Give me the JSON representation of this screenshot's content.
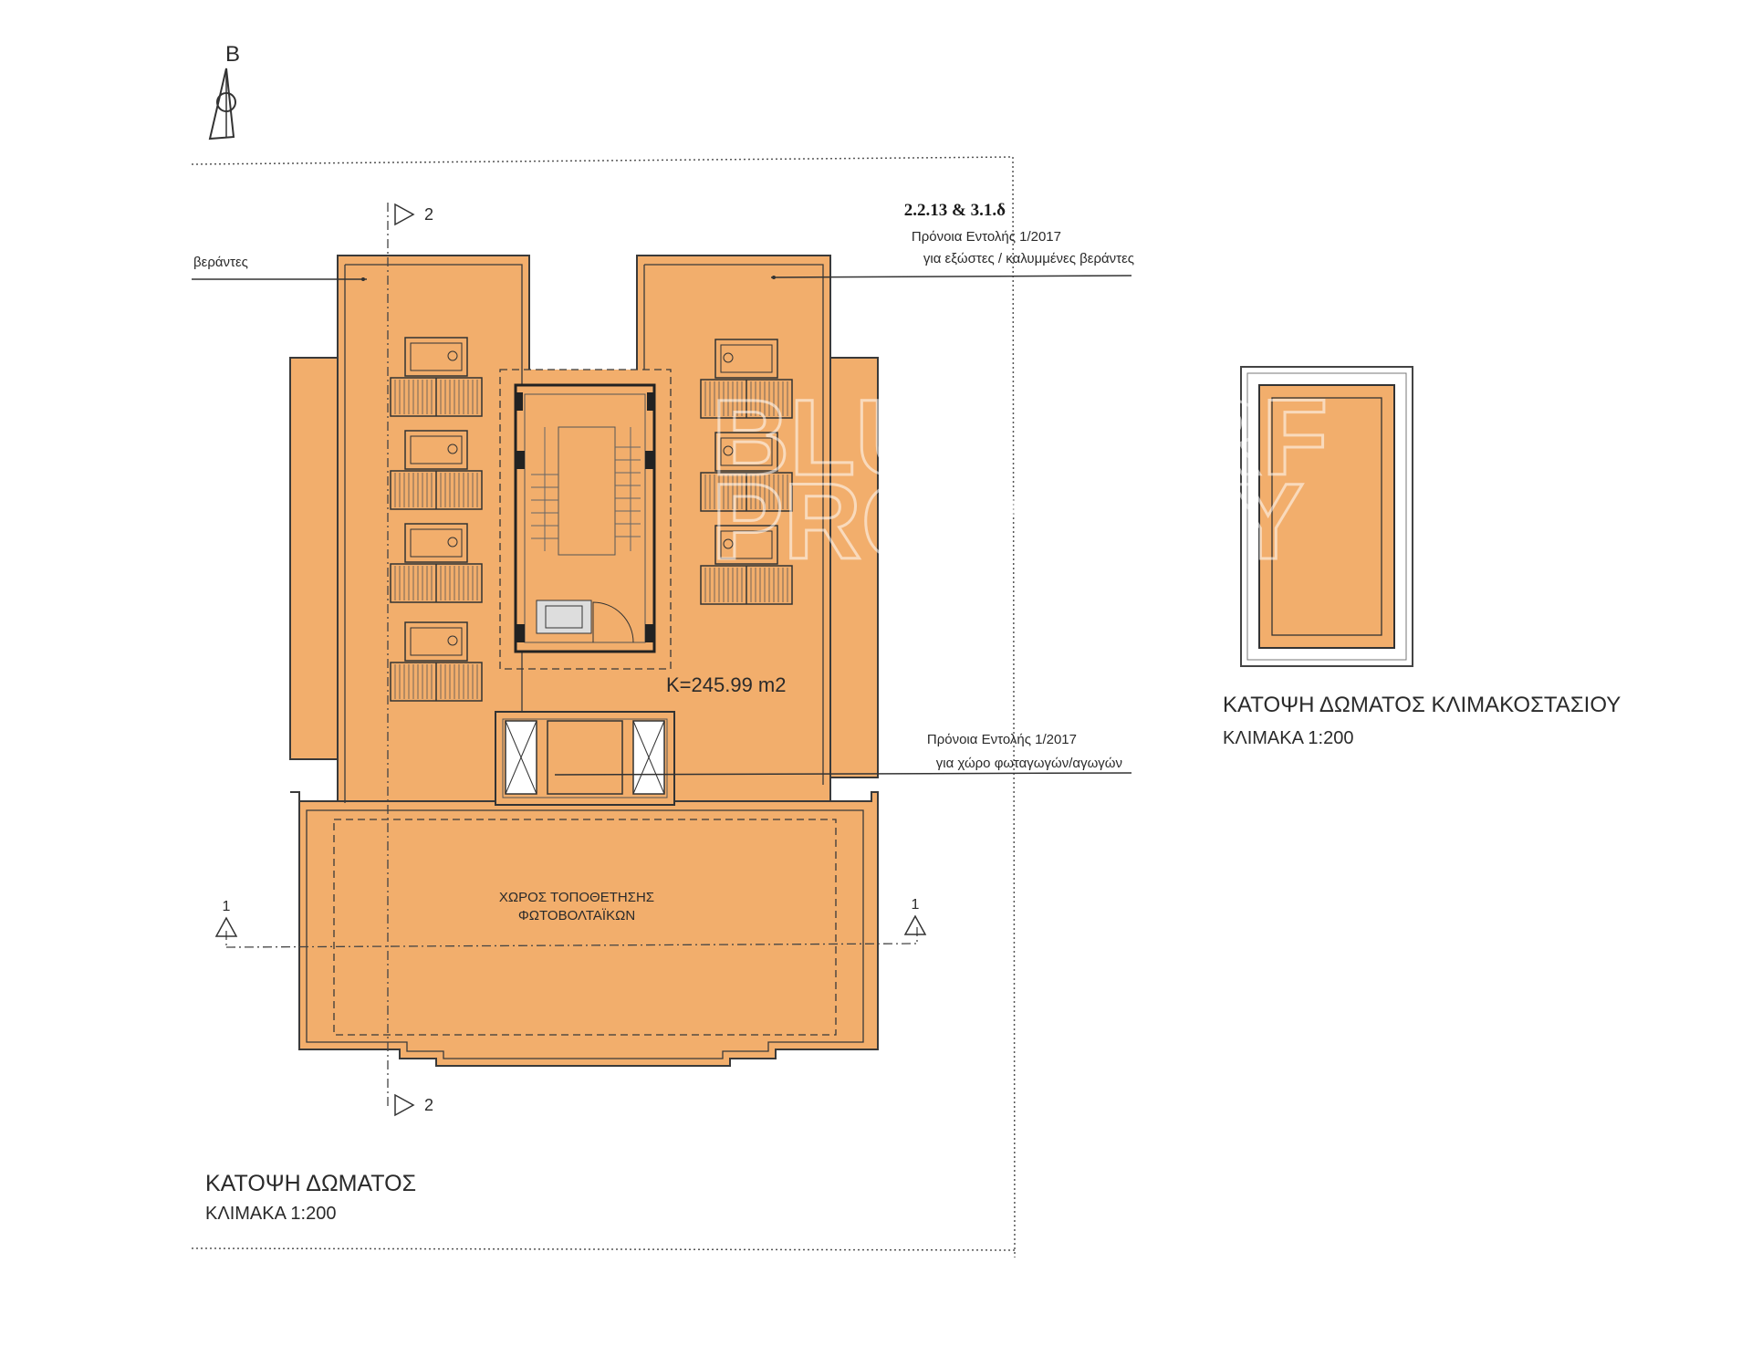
{
  "north": {
    "label": "B"
  },
  "annotations": {
    "code_ref": "2.2.13 & 3.1.δ",
    "provision_1_line1": "Πρόνοια Εντολής 1/2017",
    "provision_1_line2": "για εξώστες / καλυμμένες βεράντες",
    "verandas": "βεράντες",
    "provision_2_line1": "Πρόνοια Εντολής 1/2017",
    "provision_2_line2": "για χώρο φωταγωγών/αγωγών",
    "area": "K=245.99 m2",
    "pv_line1": "ΧΩΡΟΣ ΤΟΠΟΘΕΤΗΣΗΣ",
    "pv_line2": "ΦΩΤΟΒΟΛΤΑΪΚΩΝ"
  },
  "sections": {
    "s2_top": "2",
    "s2_bottom": "2",
    "s1_left": "1",
    "s1_right": "1"
  },
  "titles": {
    "main_title": "ΚΑΤΟΨΗ ΔΩΜΑΤΟΣ",
    "main_scale": "ΚΛΙΜΑΚΑ 1:200",
    "stair_title": "ΚΑΤΟΨΗ ΔΩΜΑΤΟΣ ΚΛΙΜΑΚΟΣΤΑΣΙΟΥ",
    "stair_scale": "ΚΛΙΜΑΚΑ 1:200"
  },
  "watermark": {
    "line1": "BLUE SURF",
    "line2": "PROPERTY"
  },
  "colors": {
    "fill": "#F2AE6C",
    "line": "#3a3a3a",
    "paper": "#ffffff"
  }
}
